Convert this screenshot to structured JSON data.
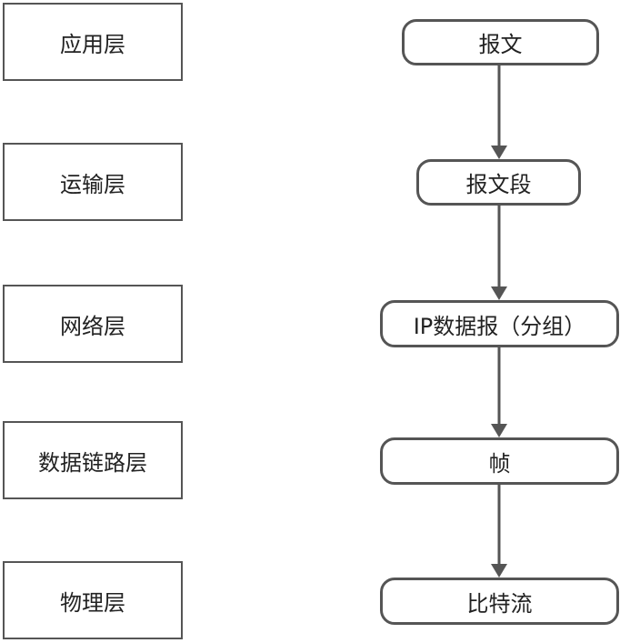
{
  "layers": [
    {
      "label": "应用层"
    },
    {
      "label": "运输层"
    },
    {
      "label": "网络层"
    },
    {
      "label": "数据链路层"
    },
    {
      "label": "物理层"
    }
  ],
  "units": [
    {
      "label": "报文"
    },
    {
      "label": "报文段"
    },
    {
      "label": "IP数据报（分组）"
    },
    {
      "label": "帧"
    },
    {
      "label": "比特流"
    }
  ],
  "colors": {
    "stroke": "#555555",
    "text": "#222222"
  }
}
